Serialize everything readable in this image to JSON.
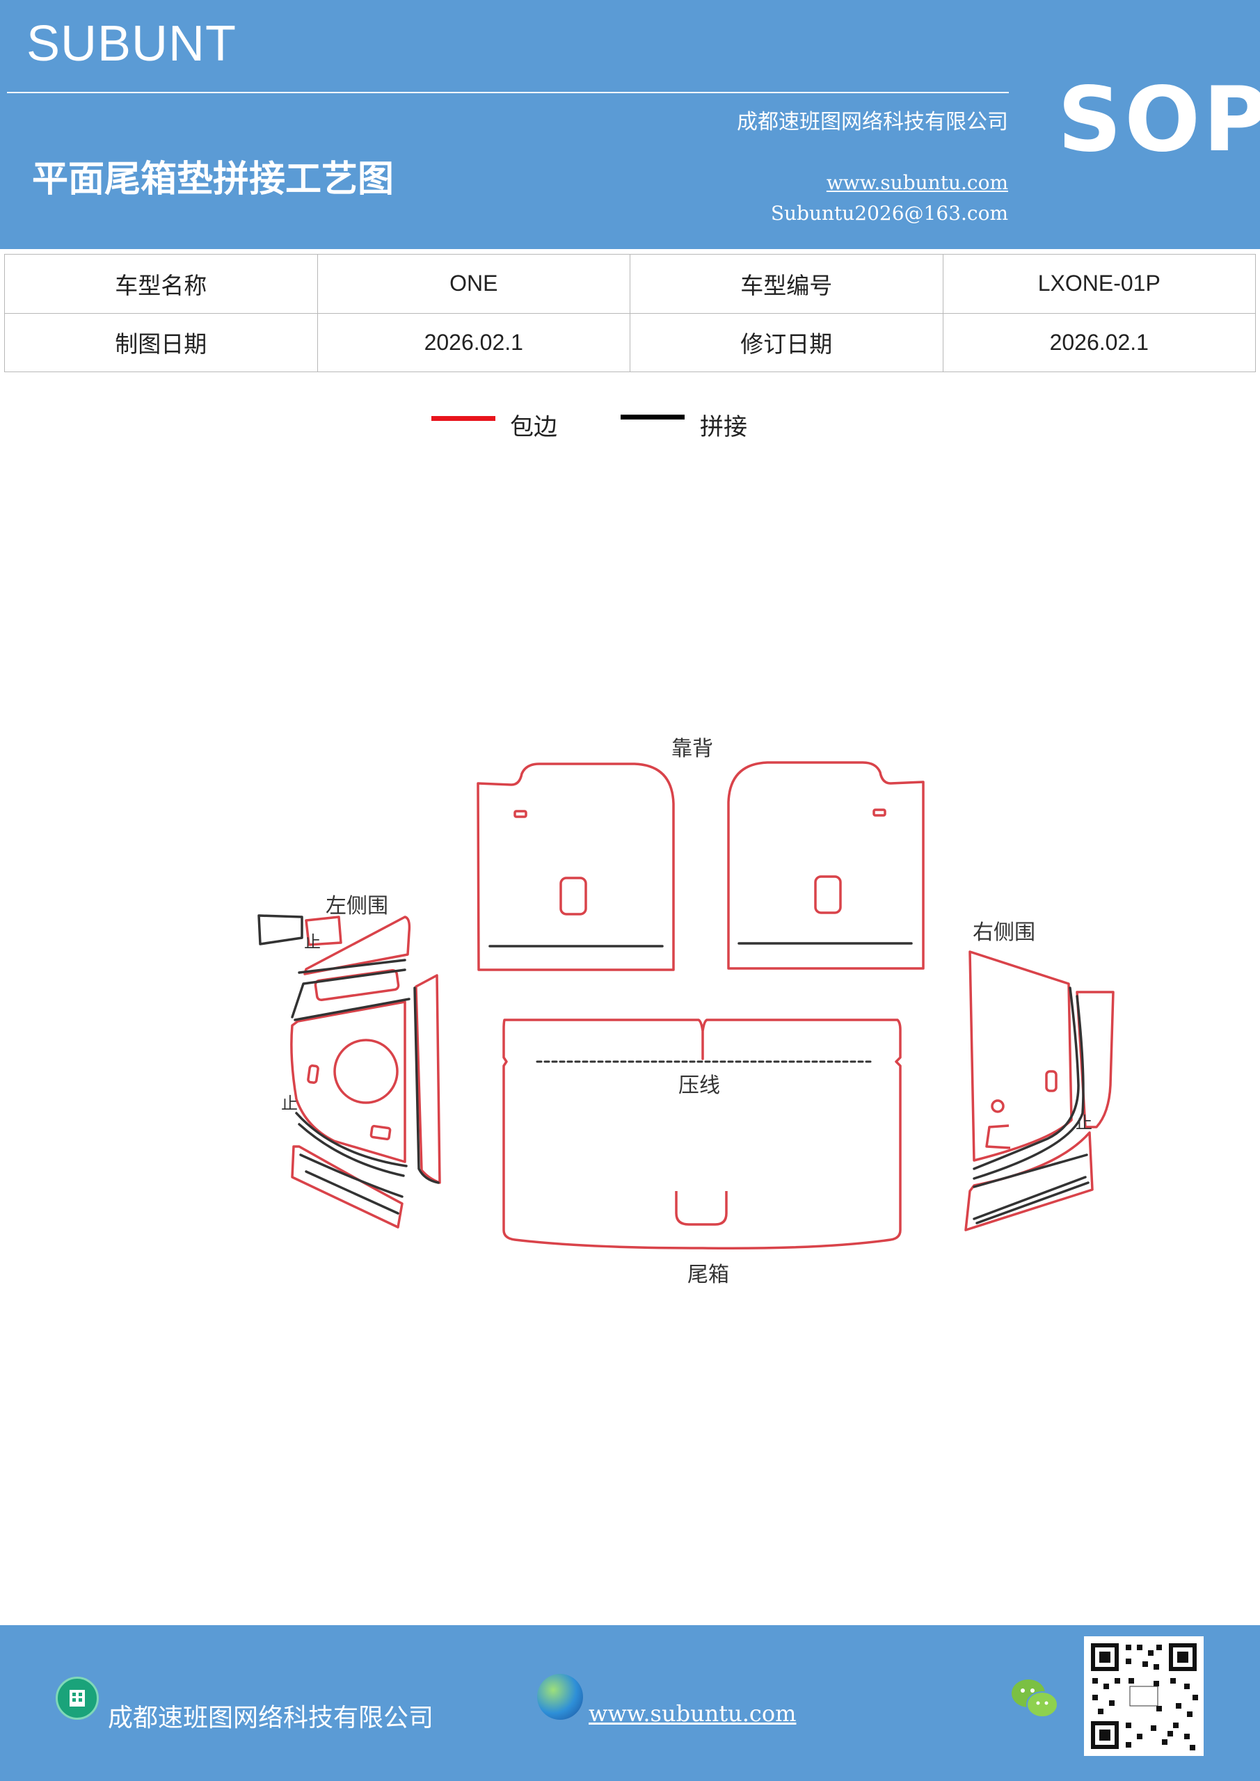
{
  "header": {
    "brand": "SUBUNT",
    "company": "成都速班图网络科技有限公司",
    "title": "平面尾箱垫拼接工艺图",
    "website": "www.subuntu.com",
    "email": "Subuntu2026@163.com",
    "badge": "SOP"
  },
  "info_table": {
    "rows": [
      {
        "label1": "车型名称",
        "value1": "ONE",
        "label2": "车型编号",
        "value2": "LXONE-01P"
      },
      {
        "label1": "制图日期",
        "value1": "2026.02.1",
        "label2": "修订日期",
        "value2": "2026.02.1"
      }
    ]
  },
  "legend": {
    "items": [
      {
        "label": "包边",
        "color": "#e8141c"
      },
      {
        "label": "拼接",
        "color": "#000000"
      }
    ]
  },
  "diagram": {
    "labels": {
      "backrest": "靠背",
      "left_side": "左侧围",
      "right_side": "右侧围",
      "crease": "压线",
      "trunk": "尾箱",
      "stop": "止"
    }
  },
  "footer": {
    "company": "成都速班图网络科技有限公司",
    "website": "www.subuntu.com",
    "company_icon": "building-icon",
    "web_icon": "globe-icon",
    "wechat_icon": "wechat-icon"
  }
}
